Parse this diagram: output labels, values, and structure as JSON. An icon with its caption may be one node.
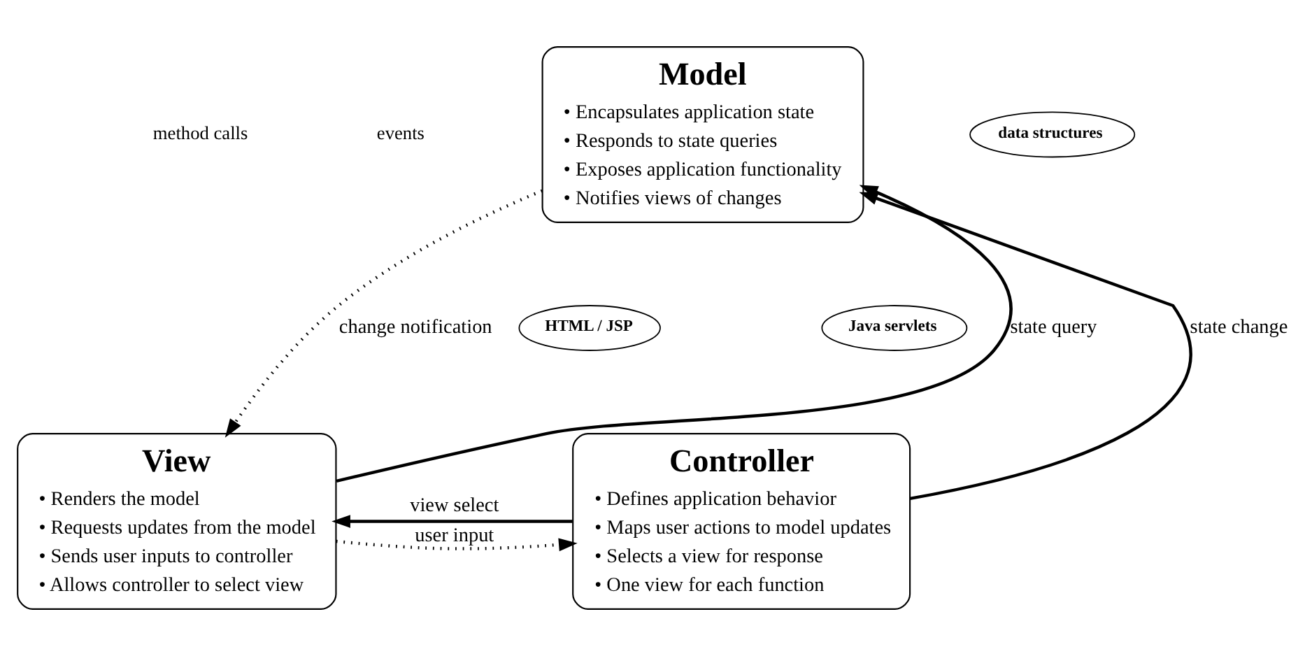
{
  "diagram": {
    "nodes": [
      {
        "text": [
          "Model",
          "• Encapsulates application state",
          "• Responds to state queries",
          "• Exposes application functionality",
          "• Notifies views of changes"
        ]
      },
      {
        "text": [
          "data structures"
        ]
      },
      {
        "text": [
          "View",
          "• Renders the model",
          "• Requests updates from the model",
          "• Sends user inputs to controller",
          "• Allows controller to select view"
        ]
      },
      {
        "text": [
          "HTML / JSP"
        ]
      },
      {
        "text": [
          "Controller",
          "• Defines application behavior",
          "• Maps user actions to model updates",
          "• Selects a view for response",
          "• One view for each function"
        ]
      },
      {
        "text": [
          "Java servlets"
        ]
      }
    ],
    "edges": [
      {
        "from": 2,
        "to": 0,
        "arrow": "to",
        "label": "state query"
      },
      {
        "from": 0,
        "to": 2,
        "arrow": "to",
        "label": "change notification",
        "style": "dashed"
      },
      {
        "from": 4,
        "to": 0,
        "arrow": "to",
        "label": "state change"
      },
      {
        "from": 4,
        "to": 2,
        "arrow": "to",
        "label": "view select"
      },
      {
        "from": 2,
        "to": 4,
        "arrow": "to",
        "label": "user input",
        "style": "dashed"
      }
    ],
    "legend": [
      {
        "text": "method calls"
      },
      {
        "text": "events"
      }
    ]
  }
}
